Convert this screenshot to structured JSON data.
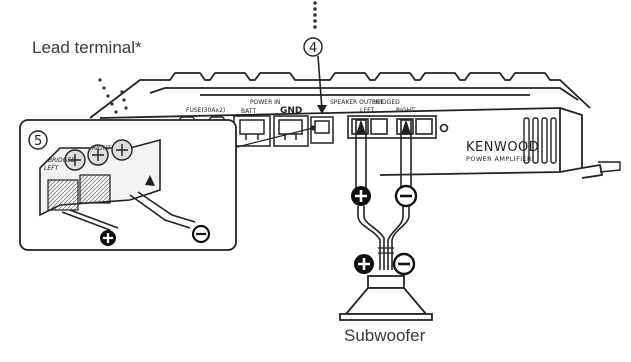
{
  "labels": {
    "lead_terminal": "Lead terminal*",
    "subwoofer": "Subwoofer",
    "step_4": "4",
    "step_5": "5"
  },
  "amplifier": {
    "fuse": "FUSE(30Ax2)",
    "power_in": "POWER IN",
    "batt": "BATT",
    "gnd": "GND",
    "speaker_output": "SPEAKER OUTPUT",
    "bridged": "BRIDGED",
    "left": "LEFT",
    "right": "RIGHT",
    "brand": "KENWOOD",
    "subtitle": "POWER AMPLIFIER"
  },
  "inset": {
    "bridged": "BRIDGED",
    "left": "LEFT",
    "right": "RIGHT"
  },
  "polarity": {
    "plus": "+",
    "minus": "−"
  }
}
